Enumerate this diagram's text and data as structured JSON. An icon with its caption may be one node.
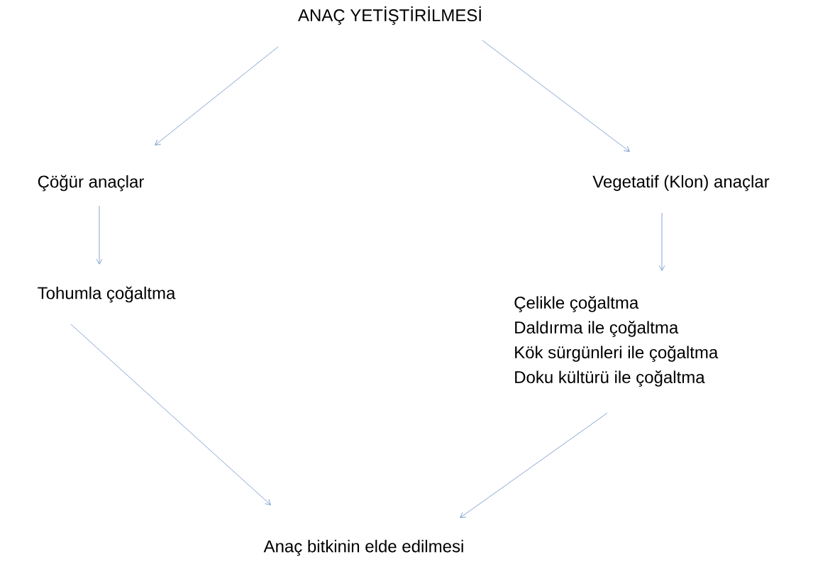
{
  "diagram": {
    "nodes": [
      {
        "text": [
          "ANAÇ YETİŞTİRİLMESİ"
        ]
      },
      {
        "text": [
          "Çöğür anaçlar"
        ]
      },
      {
        "text": [
          "Vegetatif (Klon) anaçlar"
        ]
      },
      {
        "text": [
          "Tohumla çoğaltma"
        ]
      },
      {
        "text": [
          "Çelikle çoğaltma",
          "Daldırma ile çoğaltma",
          "Kök sürgünleri ile çoğaltma",
          "Doku kültürü ile çoğaltma"
        ]
      },
      {
        "text": [
          "Anaç bitkinin elde edilmesi"
        ]
      }
    ],
    "edges": [
      {
        "from": 0,
        "to": 1,
        "arrow": "to"
      },
      {
        "from": 0,
        "to": 2,
        "arrow": "to"
      },
      {
        "from": 1,
        "to": 3,
        "arrow": "to"
      },
      {
        "from": 2,
        "to": 4,
        "arrow": "to"
      },
      {
        "from": 3,
        "to": 5,
        "arrow": "to"
      },
      {
        "from": 4,
        "to": 5,
        "arrow": "to"
      }
    ]
  }
}
